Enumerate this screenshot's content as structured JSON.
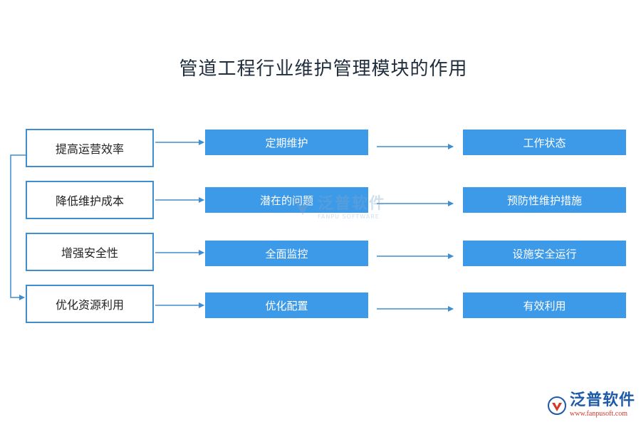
{
  "title": "管道工程行业维护管理模块的作用",
  "rows": [
    {
      "left": "提高运营效率",
      "mid": "定期维护",
      "right": "工作状态"
    },
    {
      "left": "降低维护成本",
      "mid": "潜在的问题",
      "right": "预防性维护措施"
    },
    {
      "left": "增强安全性",
      "mid": "全面监控",
      "right": "设施安全运行"
    },
    {
      "left": "优化资源利用",
      "mid": "优化配置",
      "right": "有效利用"
    }
  ],
  "watermark": {
    "main": "泛普软件",
    "sub": "FANPU SOFTWARE"
  },
  "logo": {
    "name": "泛普软件",
    "url": "www.fanpusoft.com"
  },
  "colors": {
    "box_fill": "#3d9ae8",
    "box_border": "#3e8ed0",
    "arrow": "#3e8ed0"
  }
}
